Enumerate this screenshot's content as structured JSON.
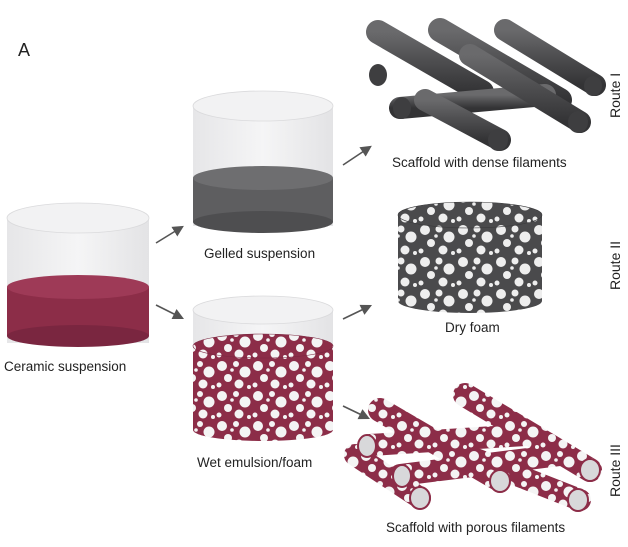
{
  "panel_label": "A",
  "colors": {
    "ceramic": "#8c2d48",
    "ceramic_dark": "#6a1f35",
    "gel": "#5e5e60",
    "gel_dark": "#4a4a4c",
    "foam_dark": "#4a4a4c",
    "rod": "#4d4d4f",
    "bubble": "#f4f4f4",
    "glass": "#e9e9eb",
    "arrow": "#555555"
  },
  "labels": {
    "ceramic": "Ceramic suspension",
    "gelled": "Gelled suspension",
    "wet_emulsion": "Wet emulsion/foam",
    "dense_scaffold": "Scaffold with dense filaments",
    "dry_foam": "Dry foam",
    "porous_scaffold": "Scaffold with porous filaments"
  },
  "routes": {
    "r1": "Route I",
    "r2": "Route II",
    "r3": "Route III"
  }
}
